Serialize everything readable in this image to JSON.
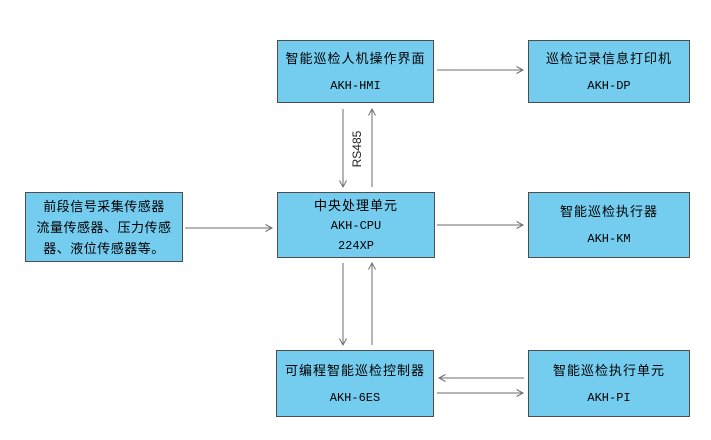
{
  "theme": {
    "bg": "#ffffff",
    "box_fill": "#74ccee",
    "box_border": "#4d4d4d",
    "arrow_color": "#6e6e6e"
  },
  "diagram": {
    "nodes": {
      "hmi": {
        "title": "智能巡检人机操作界面",
        "model": "AKH-HMI"
      },
      "dp": {
        "title": "巡检记录信息打印机",
        "model": "AKH-DP"
      },
      "sensors": {
        "lines": [
          "前段信号采集传感器",
          "流量传感器、压力传感",
          "器、液位传感器等。"
        ]
      },
      "cpu": {
        "title": "中央处理单元",
        "model": "AKH-CPU",
        "model2": "224XP"
      },
      "km": {
        "title": "智能巡检执行器",
        "model": "AKH-KM"
      },
      "plc": {
        "title": "可编程智能巡检控制器",
        "model": "AKH-6ES"
      },
      "pi": {
        "title": "智能巡检执行单元",
        "model": "AKH-PI"
      }
    },
    "labels": {
      "rs485": "RS485"
    },
    "connections": [
      {
        "from": "hmi",
        "to": "dp",
        "direction": "right"
      },
      {
        "from": "hmi",
        "to": "cpu",
        "direction": "down",
        "label": "RS485"
      },
      {
        "from": "cpu",
        "to": "hmi",
        "direction": "up",
        "label": "RS485"
      },
      {
        "from": "sensors",
        "to": "cpu",
        "direction": "right"
      },
      {
        "from": "cpu",
        "to": "km",
        "direction": "right"
      },
      {
        "from": "cpu",
        "to": "plc",
        "direction": "down"
      },
      {
        "from": "plc",
        "to": "cpu",
        "direction": "up"
      },
      {
        "from": "pi",
        "to": "plc",
        "direction": "left"
      },
      {
        "from": "plc",
        "to": "pi",
        "direction": "right"
      }
    ]
  }
}
